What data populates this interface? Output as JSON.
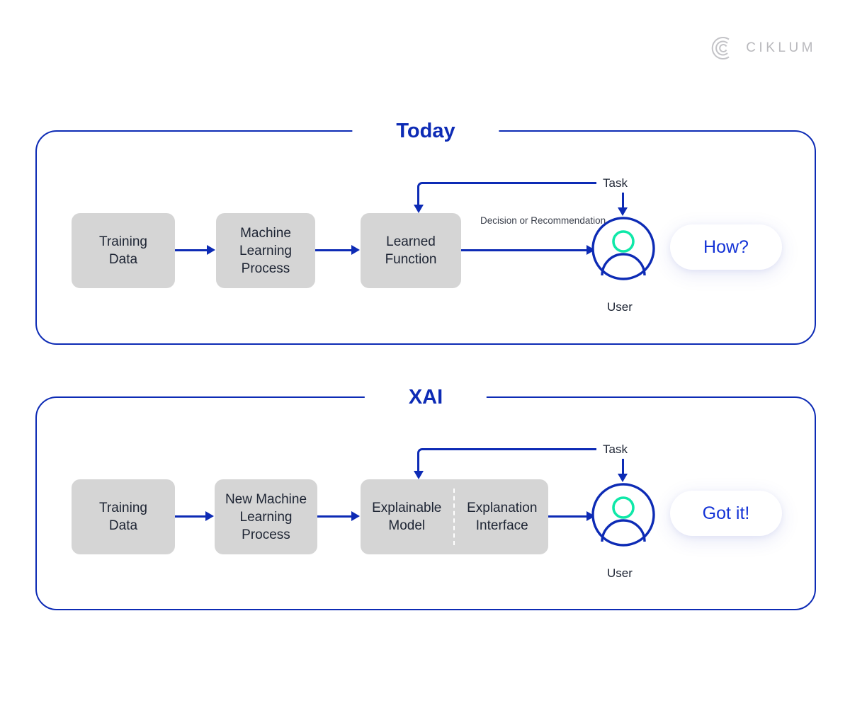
{
  "brand": {
    "name": "CIKLUM",
    "mark": "ciklum-logo-icon"
  },
  "colors": {
    "navy": "#0d2bb5",
    "accent_green": "#0fe8a8",
    "node_fill": "#d5d5d5",
    "text_dark": "#1d2433",
    "brand_gray": "#b9b9bd"
  },
  "panels": [
    {
      "id": "today",
      "title": "Today",
      "nodes": [
        {
          "id": "training-data",
          "lines": [
            "Training",
            "Data"
          ]
        },
        {
          "id": "ml-process",
          "lines": [
            "Machine",
            "Learning",
            "Process"
          ]
        },
        {
          "id": "learned-function",
          "lines": [
            "Learned",
            "Function"
          ]
        }
      ],
      "edge_label": {
        "lines": [
          "Decision or",
          "Recommendation"
        ]
      },
      "task_label": "Task",
      "user_label": "User",
      "bubble": "How?"
    },
    {
      "id": "xai",
      "title": "XAI",
      "nodes": [
        {
          "id": "training-data",
          "lines": [
            "Training",
            "Data"
          ]
        },
        {
          "id": "new-ml-process",
          "lines": [
            "New Machine",
            "Learning",
            "Process"
          ]
        },
        {
          "id": "explainable-model",
          "lines": [
            "Explainable",
            "Model"
          ]
        },
        {
          "id": "explanation-interface",
          "lines": [
            "Explanation",
            "Interface"
          ]
        }
      ],
      "task_label": "Task",
      "user_label": "User",
      "bubble": "Got it!"
    }
  ]
}
